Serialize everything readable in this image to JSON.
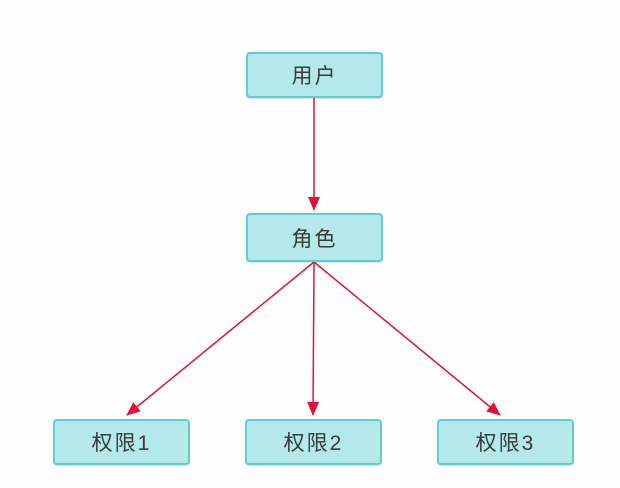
{
  "diagram": {
    "type": "flowchart",
    "background_color": "#fefefe",
    "node_fill_color": "#b5e8ea",
    "node_border_color": "#5fced4",
    "node_text_color": "#3a3a3a",
    "arrow_color": "#e0123a",
    "nodes": [
      {
        "id": "user",
        "label": "用户"
      },
      {
        "id": "role",
        "label": "角色"
      },
      {
        "id": "perm1",
        "label": "权限1"
      },
      {
        "id": "perm2",
        "label": "权限2"
      },
      {
        "id": "perm3",
        "label": "权限3"
      }
    ],
    "edges": [
      {
        "from": "user",
        "to": "role"
      },
      {
        "from": "role",
        "to": "perm1"
      },
      {
        "from": "role",
        "to": "perm2"
      },
      {
        "from": "role",
        "to": "perm3"
      }
    ]
  }
}
